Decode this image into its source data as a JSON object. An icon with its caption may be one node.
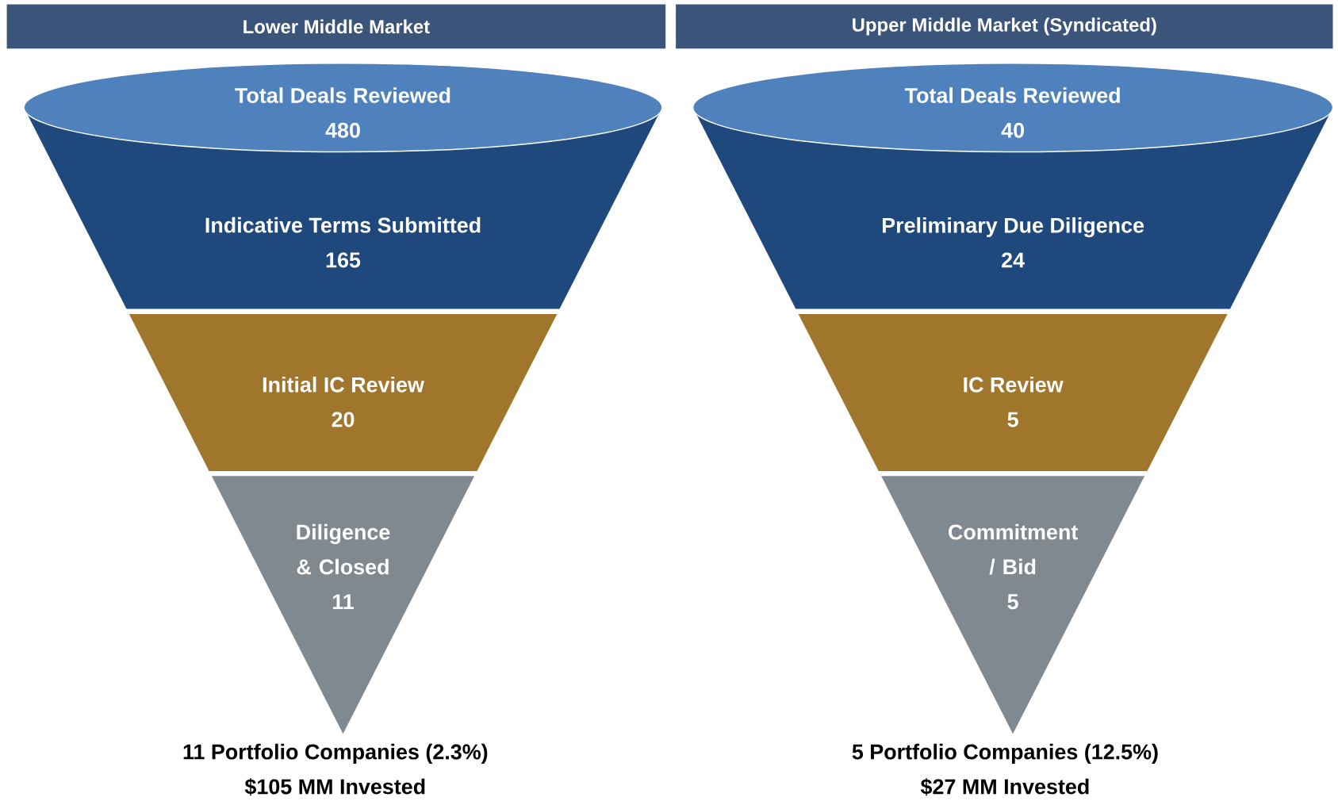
{
  "diagram": {
    "nodes": [
      {
        "text": [
          "Lower Middle Market"
        ]
      },
      {
        "text": [
          "Total Deals Reviewed",
          "480"
        ]
      },
      {
        "text": [
          "Indicative Terms Submitted",
          "165"
        ]
      },
      {
        "text": [
          "Initial IC Review",
          "20"
        ]
      },
      {
        "text": [
          "Diligence & Closed",
          "11"
        ],
        "beside": [
          "11 Portfolio Companies (2.3%)",
          "$105 MM Invested"
        ]
      },
      {
        "text": [
          "Upper Middle Market (Syndicated)"
        ]
      },
      {
        "text": [
          "Total Deals Reviewed",
          "40"
        ]
      },
      {
        "text": [
          "Preliminary Due Diligence",
          "24"
        ]
      },
      {
        "text": [
          "IC Review",
          "5"
        ]
      },
      {
        "text": [
          "Commitment / Bid",
          "5"
        ],
        "beside": [
          "5 Portfolio Companies (12.5%)",
          "$27 MM Invested"
        ]
      }
    ]
  }
}
